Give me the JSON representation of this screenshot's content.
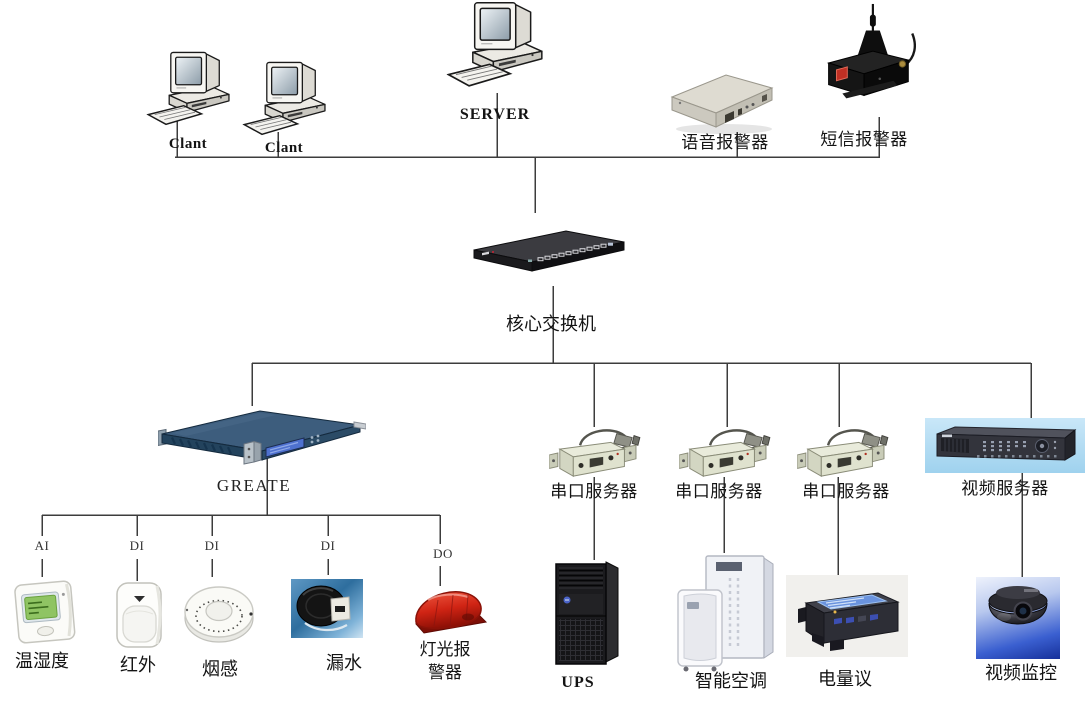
{
  "diagram": {
    "labels": {
      "client1": "Clant",
      "client2": "Clant",
      "server": "SERVER",
      "voice_alarm": "语音报警器",
      "sms_alarm": "短信报警器",
      "core_switch": "核心交换机",
      "greate": "GREATE",
      "serial_server_1": "串口服务器",
      "serial_server_2": "串口服务器",
      "serial_server_3": "串口服务器",
      "video_server": "视频服务器",
      "port_ai": "AI",
      "port_di_1": "DI",
      "port_di_2": "DI",
      "port_di_3": "DI",
      "port_do": "DO",
      "temp_humidity": "温湿度",
      "infrared": "红外",
      "smoke": "烟感",
      "water_leak": "漏水",
      "light_alarm": "灯光报警器",
      "ups": "UPS",
      "smart_ac": "智能空调",
      "power_meter": "电量议",
      "video_monitor": "视频监控"
    },
    "colors": {
      "background": "#ffffff",
      "connection_line": "#3c3c3c",
      "greate_chassis": "#3d5d7d",
      "video_server_bg": "#aad6ef",
      "water_leak_bg": "#3f7fae",
      "camera_bg": "#3a5fd0",
      "alarm_red": "#c8281a"
    }
  }
}
